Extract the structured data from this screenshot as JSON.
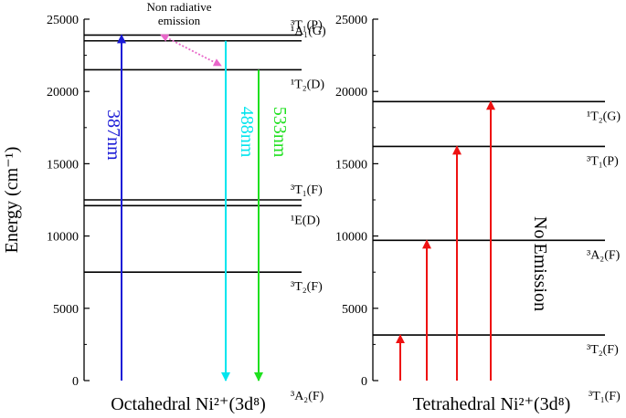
{
  "ylabel": "Energy (cm⁻¹)",
  "colors": {
    "axis": "#000000",
    "uv": "#1a1ad6",
    "cyan": "#00e5ee",
    "green": "#1fe01f",
    "nonrad": "#e866c9",
    "red": "#ee1111"
  },
  "octahedral": {
    "title": "Octahedral Ni²⁺(3d⁸)",
    "ticks": [
      "0",
      "5000",
      "10000",
      "15000",
      "20000",
      "25000"
    ],
    "ground": "³A₂(F)",
    "levels": [
      {
        "label": "³T₂(F)",
        "energy": 7500
      },
      {
        "label": "¹E(D)",
        "energy": 12100
      },
      {
        "label": "³T₁(F)",
        "energy": 12500
      },
      {
        "label": "¹T₂(D)",
        "energy": 21500
      },
      {
        "label": "¹A₁(G)",
        "energy": 23500
      },
      {
        "label": "³T₁(P)",
        "energy": 23900
      }
    ],
    "transitions": [
      {
        "label": "387nm",
        "from": 0,
        "to": 23900,
        "color": "uv"
      },
      {
        "label": "488nm",
        "from": 23500,
        "to": 0,
        "color": "cyan"
      },
      {
        "label": "533nm",
        "from": 21500,
        "to": 0,
        "color": "green"
      }
    ],
    "nonrad_label": [
      "Non radiative",
      "emission"
    ]
  },
  "tetrahedral": {
    "title": "Tetrahedral Ni²⁺(3d⁸)",
    "ticks": [
      "0",
      "5000",
      "10000",
      "15000",
      "20000",
      "25000"
    ],
    "ground": "³T₁(F)",
    "levels": [
      {
        "label": "³T₂(F)",
        "energy": 3150
      },
      {
        "label": "³A₂(F)",
        "energy": 9700
      },
      {
        "label": "³T₁(P)",
        "energy": 16200
      },
      {
        "label": "¹T₂(G)",
        "energy": 19300
      }
    ],
    "transitions": [
      {
        "from": 0,
        "to": 3150
      },
      {
        "from": 0,
        "to": 9700
      },
      {
        "from": 0,
        "to": 16200
      },
      {
        "from": 0,
        "to": 19300
      }
    ],
    "no_emission": "No Emission"
  }
}
